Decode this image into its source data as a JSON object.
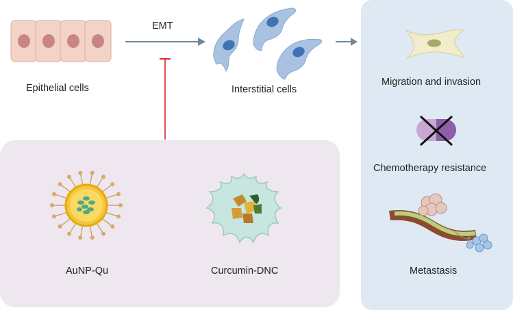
{
  "labels": {
    "emt": "EMT",
    "epithelial": "Epithelial cells",
    "interstitial": "Interstitial cells",
    "migration": "Migration and invasion",
    "chemo": "Chemotherapy resistance",
    "metastasis": "Metastasis",
    "aunp": "AuNP-Qu",
    "curcumin": "Curcumin-DNC"
  },
  "colors": {
    "right_panel_bg": "#dfe9f4",
    "bottom_panel_bg": "#efe7ef",
    "arrow": "#6e8799",
    "inhibitor": "#d9272e",
    "epithelial_cell": "#f3d3c7",
    "epithelial_nucleus": "#c98585",
    "interstitial_cell": "#a9c2e2",
    "interstitial_nucleus": "#3f73b3",
    "gold_np": "#f5c53a",
    "dnc_cloud": "#c7e6df"
  },
  "icons": {
    "epithelial": "epithelial-cells-icon",
    "interstitial": "interstitial-cells-icon",
    "migration": "migrating-cell-icon",
    "chemo": "crossed-capsule-icon",
    "metastasis": "blood-vessel-tumor-icon",
    "aunp": "gold-nanoparticle-icon",
    "curcumin": "curcumin-nanocrystal-icon"
  }
}
